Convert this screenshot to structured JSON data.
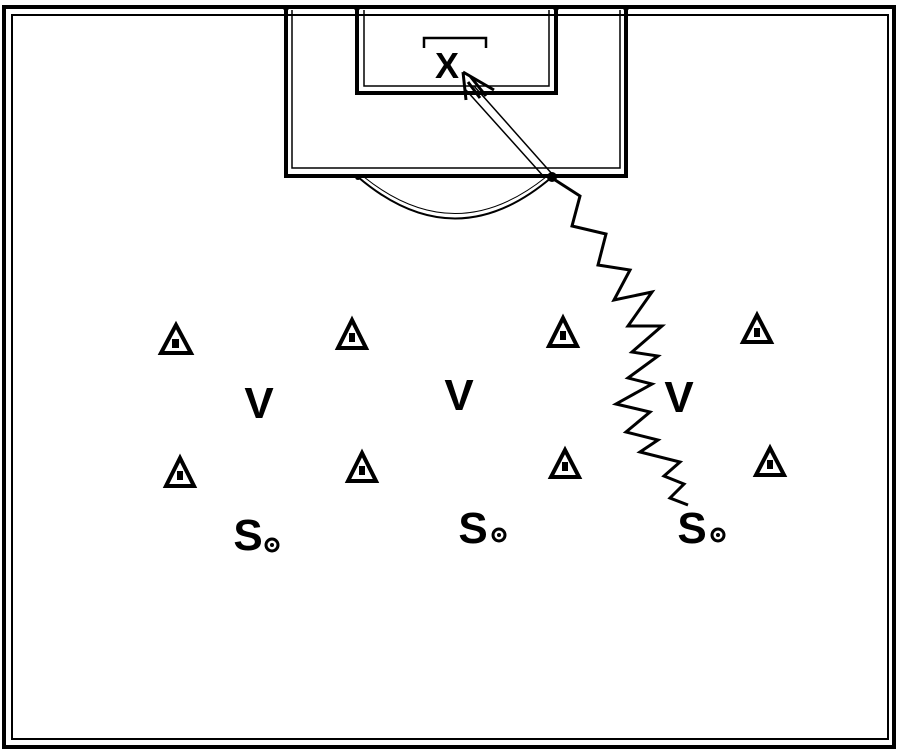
{
  "diagram": {
    "goalkeeper_label": "X",
    "defender_label": "V",
    "striker_label": "S",
    "colors": {
      "lines": "#000000",
      "background": "#ffffff"
    },
    "icons": [
      "cone-icon",
      "ball-icon",
      "shot-arrow-icon",
      "dribble-path-icon"
    ]
  }
}
